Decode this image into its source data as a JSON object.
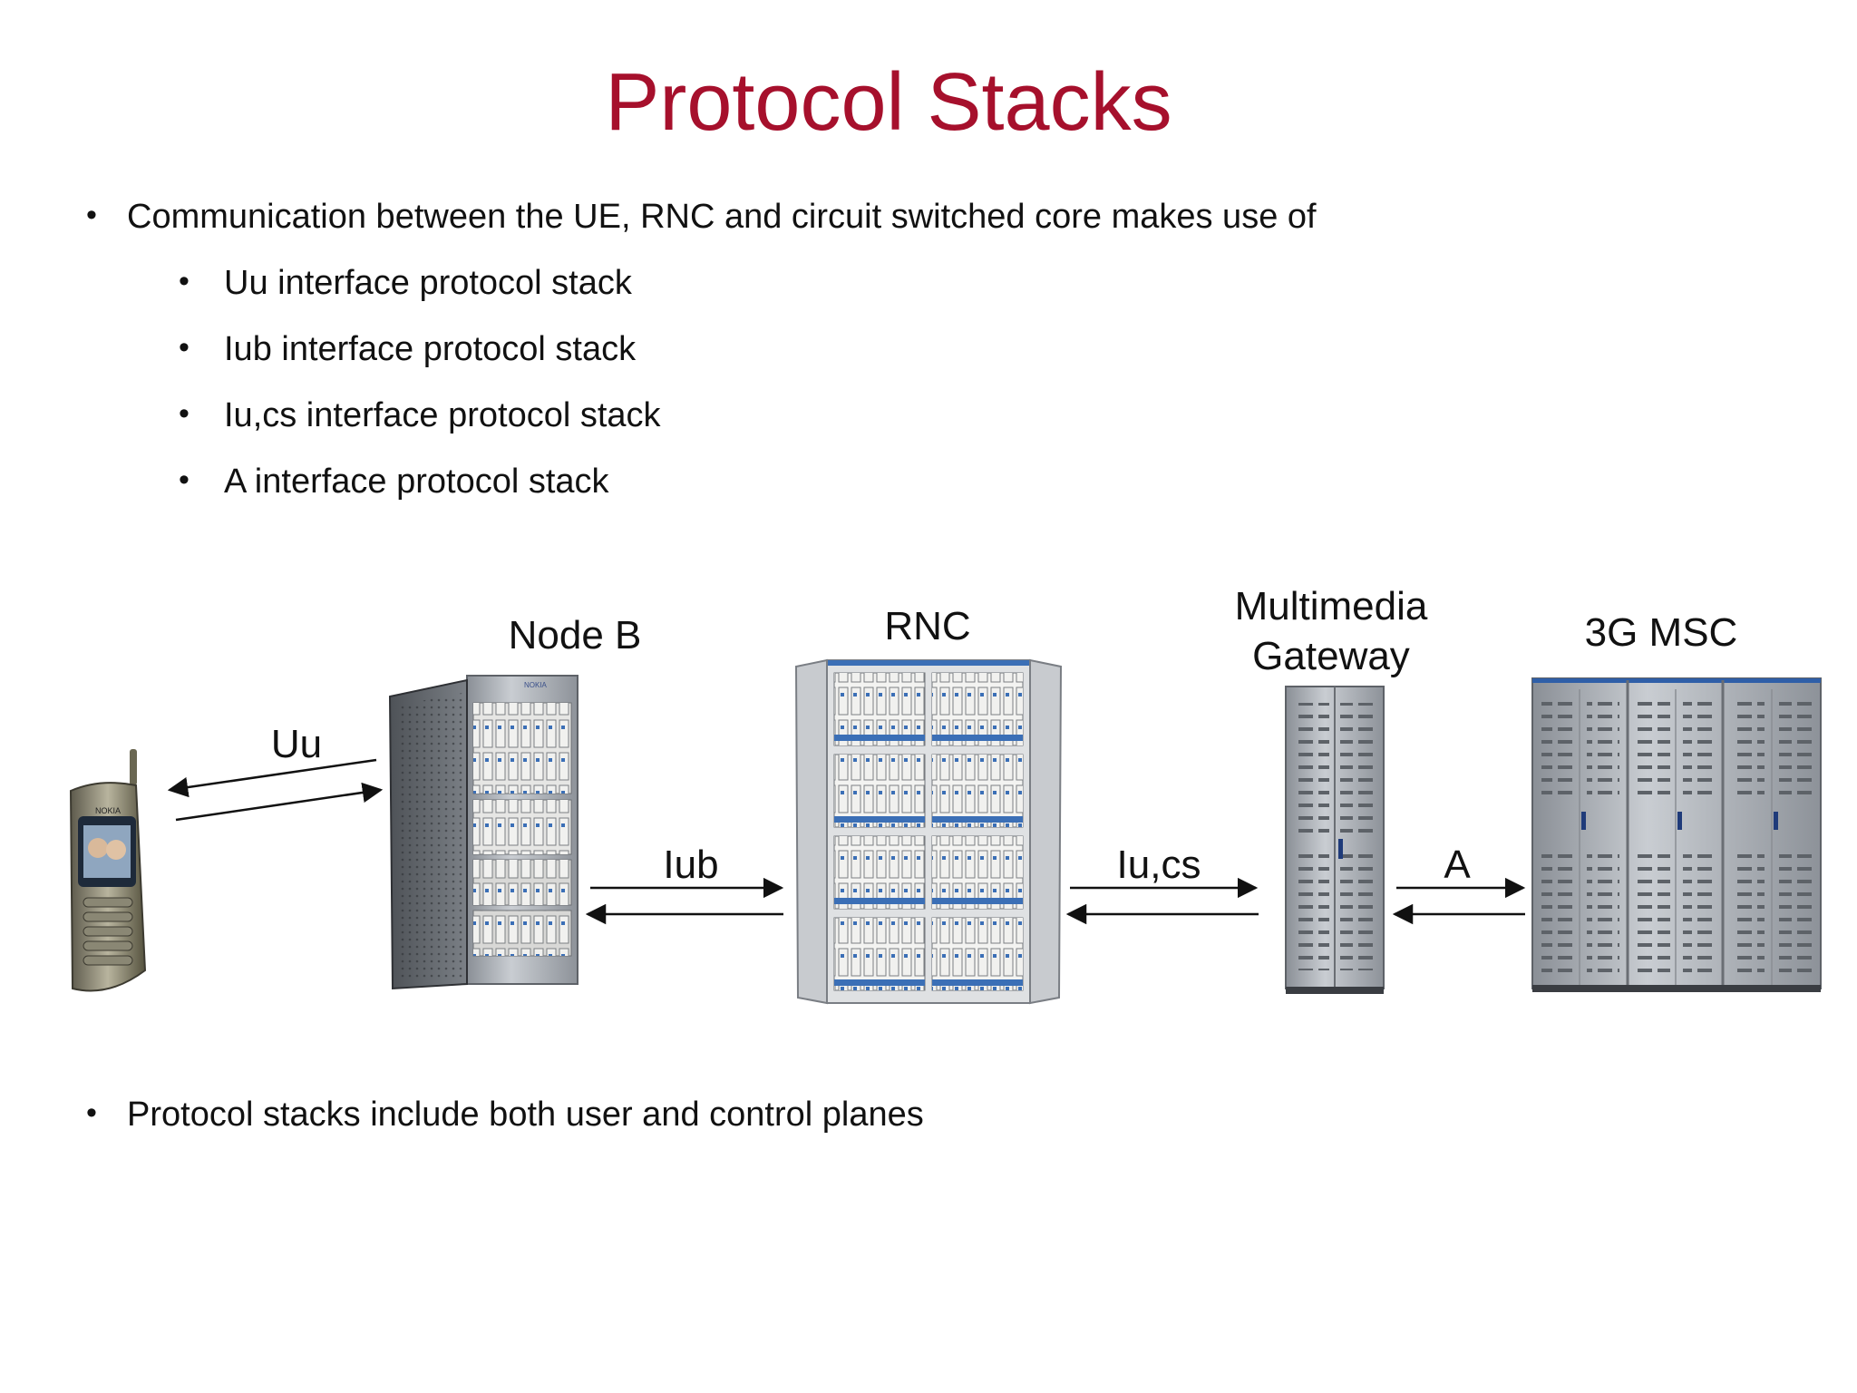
{
  "title": "Protocol Stacks",
  "bullets": [
    "Communication between the UE, RNC and circuit switched core makes use of",
    "Protocol stacks include both user and control planes"
  ],
  "sub_bullets": [
    "Uu interface protocol stack",
    "Iub interface protocol stack",
    "Iu,cs interface protocol stack",
    "A interface protocol stack"
  ],
  "diagram": {
    "nodes": {
      "ue_brand": "NOKIA",
      "node_b": "Node B",
      "node_b_brand": "NOKIA",
      "rnc": "RNC",
      "mgw_line1": "Multimedia",
      "mgw_line2": "Gateway",
      "msc": "3G MSC"
    },
    "interfaces": {
      "uu": "Uu",
      "iub": "Iub",
      "iucs": "Iu,cs",
      "a": "A"
    },
    "colors": {
      "title": "#a6102c",
      "cabinet_grey": "#b8bcc2",
      "rnc_blue": "#3b6fb6"
    }
  }
}
